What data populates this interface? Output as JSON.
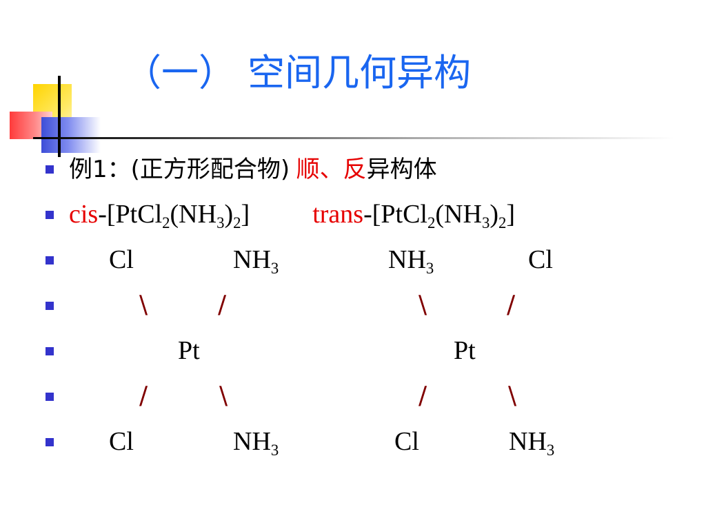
{
  "title": "（一） 空间几何异构",
  "line1": {
    "prefix": "例1：(",
    "desc": "正方形配合物",
    "close": ")",
    "shun": "顺",
    "sep": "、",
    "fan": "反",
    "suffix": "异构体"
  },
  "line2": {
    "cis_label": "cis",
    "cis_formula_a": "-[PtCl",
    "sub2a": "2",
    "cis_formula_b": "(NH",
    "sub3a": "3",
    "cis_formula_c": ")",
    "sub2b": "2",
    "cis_formula_d": "]",
    "trans_label": "trans",
    "trans_formula_a": "-[PtCl",
    "sub2c": "2",
    "trans_formula_b": "(NH",
    "sub3b": "3",
    "trans_formula_c": ")",
    "sub2d": "2",
    "trans_formula_d": "]"
  },
  "row3": {
    "a": "Cl",
    "b": "NH",
    "b_sub": "3",
    "c": "NH",
    "c_sub": "3",
    "d": "Cl"
  },
  "row4": {
    "a": "\\",
    "b": "/",
    "c": "\\",
    "d": "/"
  },
  "row5": {
    "a": "Pt",
    "b": "Pt"
  },
  "row6": {
    "a": "/",
    "b": "\\",
    "c": "/",
    "d": "\\"
  },
  "row7": {
    "a": "Cl",
    "b": "NH",
    "b_sub": "3",
    "c": "Cl",
    "d": "NH",
    "d_sub": "3"
  },
  "colors": {
    "title": "#1a66f0",
    "highlight": "#e60000",
    "bullet": "#3333cc",
    "bond": "#800000"
  }
}
